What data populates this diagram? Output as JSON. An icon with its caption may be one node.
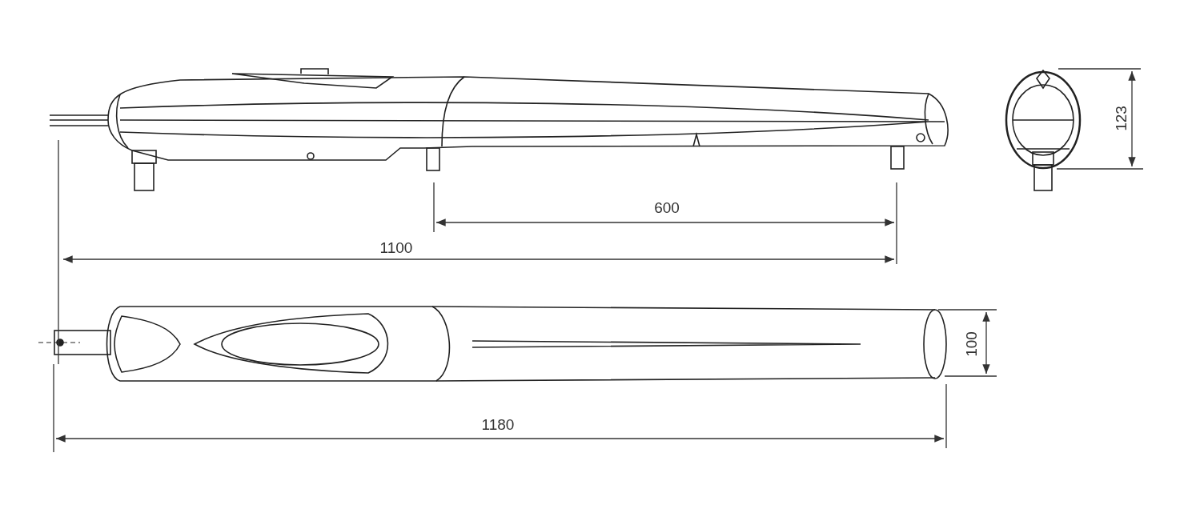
{
  "diagram": {
    "labels": [
      "123",
      "600",
      "1100",
      "100",
      "1180"
    ]
  }
}
